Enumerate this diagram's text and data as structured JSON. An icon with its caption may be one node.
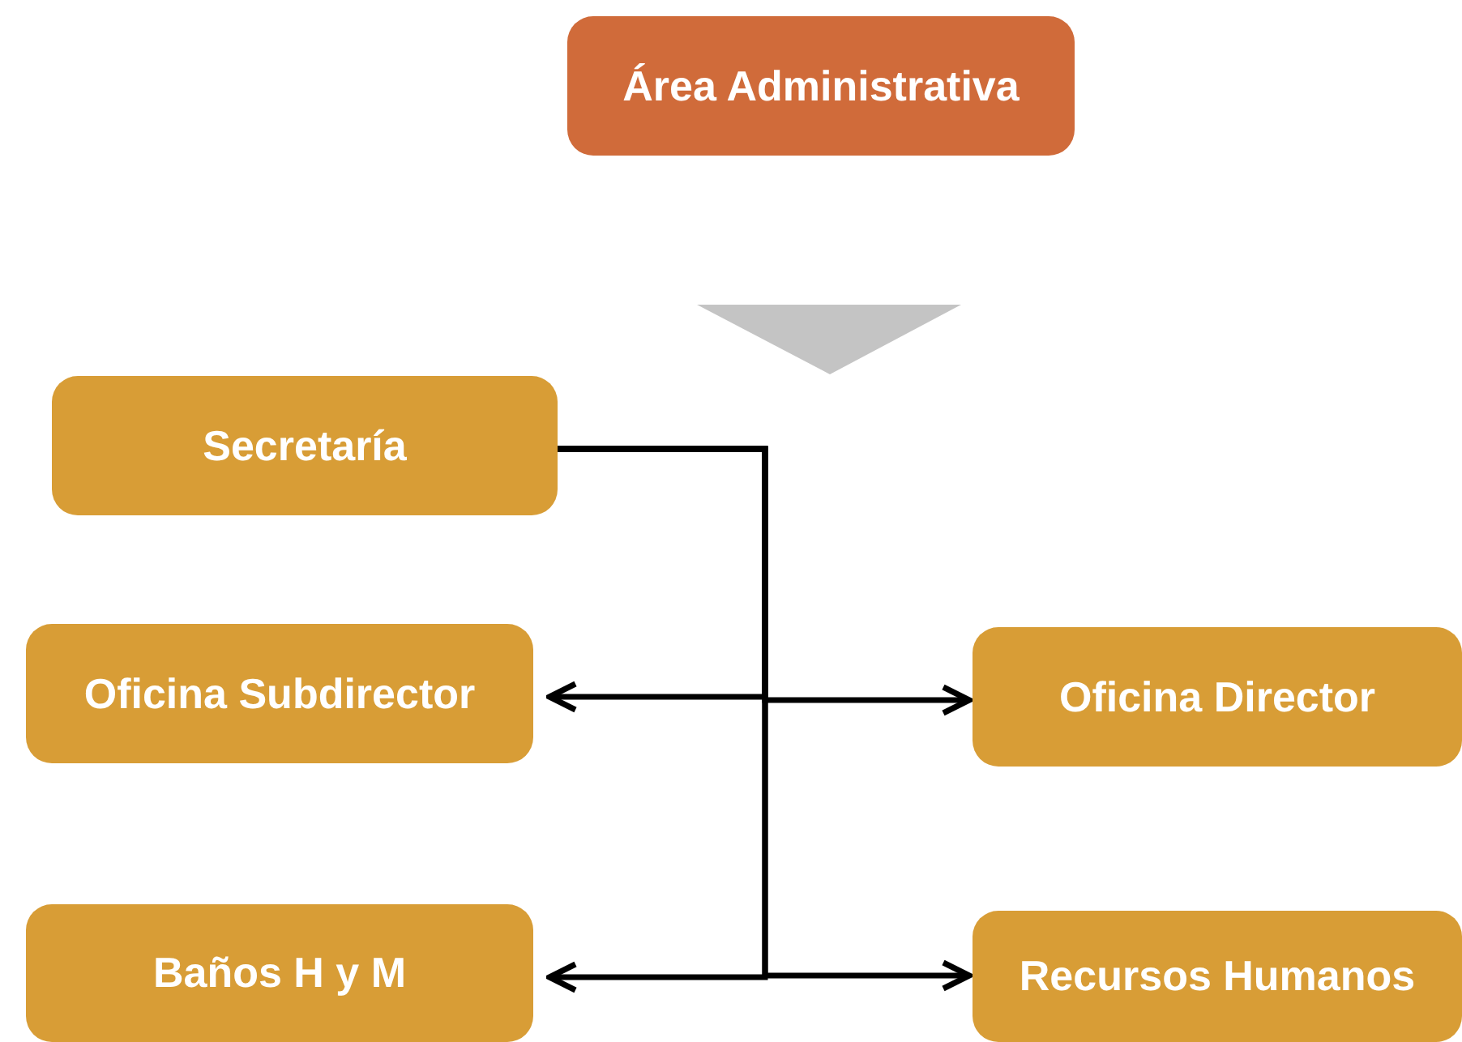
{
  "diagram": {
    "nodes": [
      {
        "text": [
          "Área Administrativa"
        ]
      },
      {
        "text": [
          "Secretaría"
        ]
      },
      {
        "text": [
          "Oficina Subdirector"
        ]
      },
      {
        "text": [
          "Oficina Director"
        ]
      },
      {
        "text": [
          "Baños H y M"
        ]
      },
      {
        "text": [
          "Recursos Humanos"
        ]
      }
    ],
    "edges": [
      {
        "from": 1,
        "to": 2,
        "arrow": "to"
      },
      {
        "from": 1,
        "to": 3,
        "arrow": "to"
      },
      {
        "from": 1,
        "to": 4,
        "arrow": "to"
      },
      {
        "from": 1,
        "to": 5,
        "arrow": "to"
      }
    ]
  }
}
